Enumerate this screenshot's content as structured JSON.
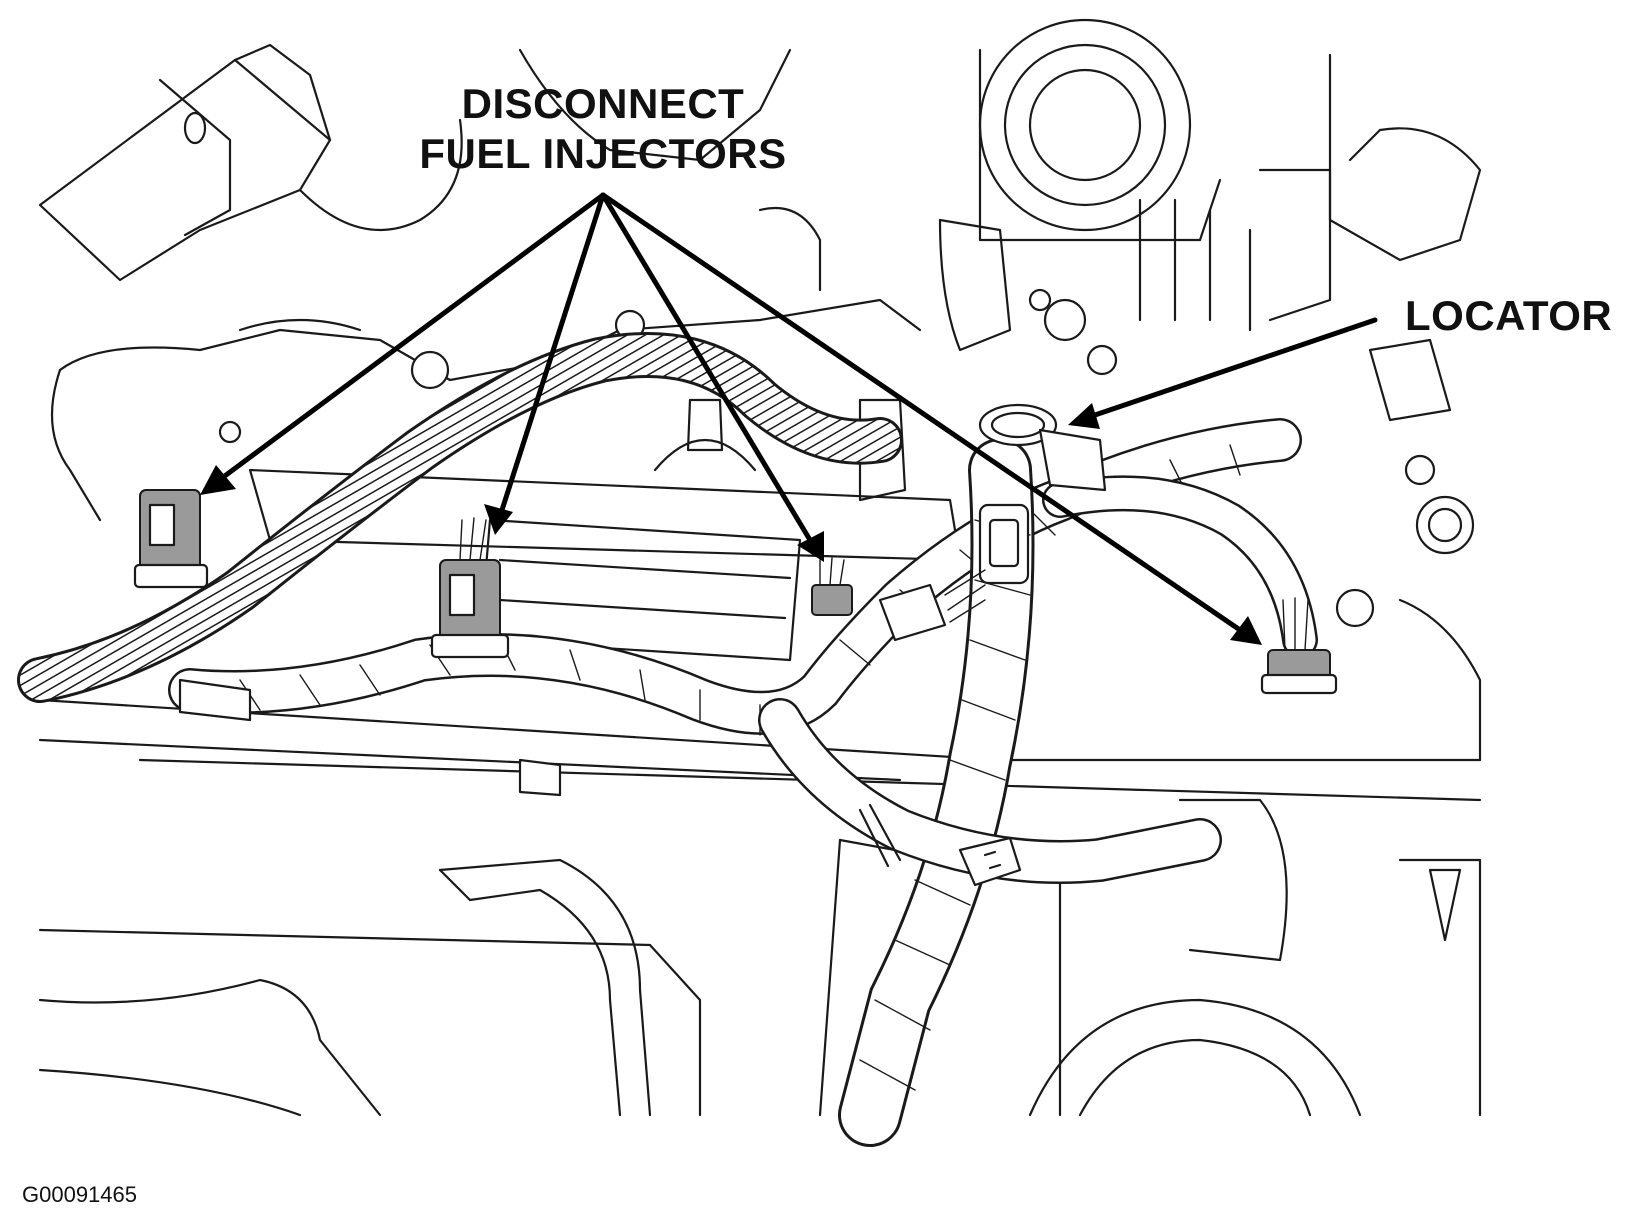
{
  "callouts": {
    "disconnect_line1": "DISCONNECT",
    "disconnect_line2": "FUEL INJECTORS",
    "locator": "LOCATOR"
  },
  "figure_id": "G00091465"
}
